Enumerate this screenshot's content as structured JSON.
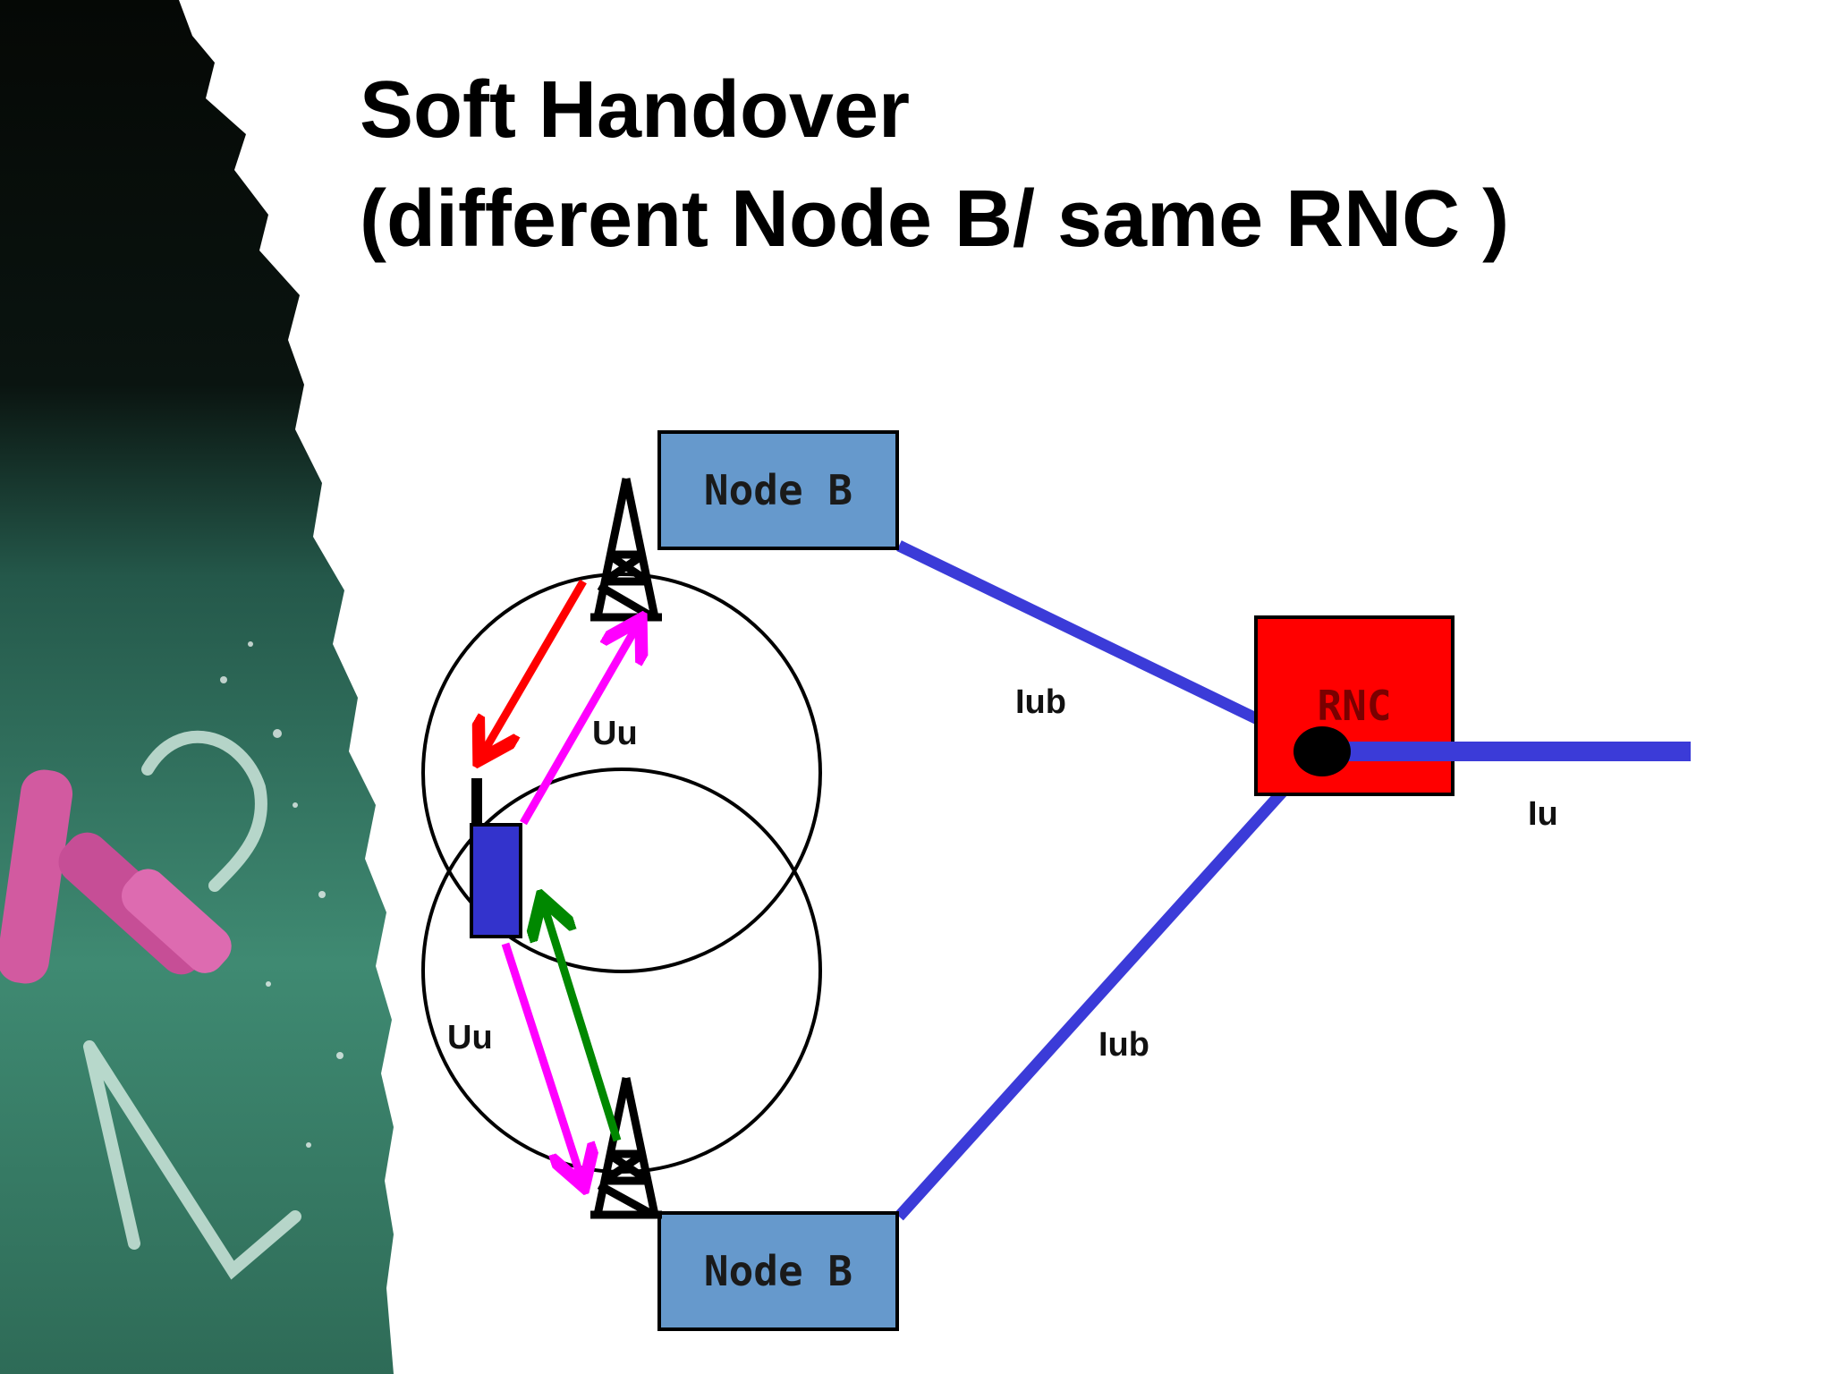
{
  "slide": {
    "title_line1": "Soft Handover",
    "title_line2": "(different Node B/ same RNC )"
  },
  "diagram": {
    "node_b_top_label": "Node B",
    "node_b_bottom_label": "Node B",
    "rnc_label": "RNC",
    "iub_upper_label": "Iub",
    "iub_lower_label": "Iub",
    "iu_label": "Iu",
    "uu_upper_label": "Uu",
    "uu_lower_label": "Uu"
  },
  "colors": {
    "node_b_fill": "#6699cc",
    "rnc_fill": "#ff0000",
    "link": "#3b3bd8",
    "handset": "#3333cc",
    "arrow_red": "#ff0000",
    "arrow_magenta": "#ff00ff",
    "arrow_green": "#008800",
    "chalkboard": "#2e6b57"
  },
  "icons": {
    "antenna_top": "antenna-tower-icon",
    "antenna_bottom": "antenna-tower-icon",
    "handset": "mobile-phone-icon",
    "chalk": "chalk-stick-icon"
  }
}
